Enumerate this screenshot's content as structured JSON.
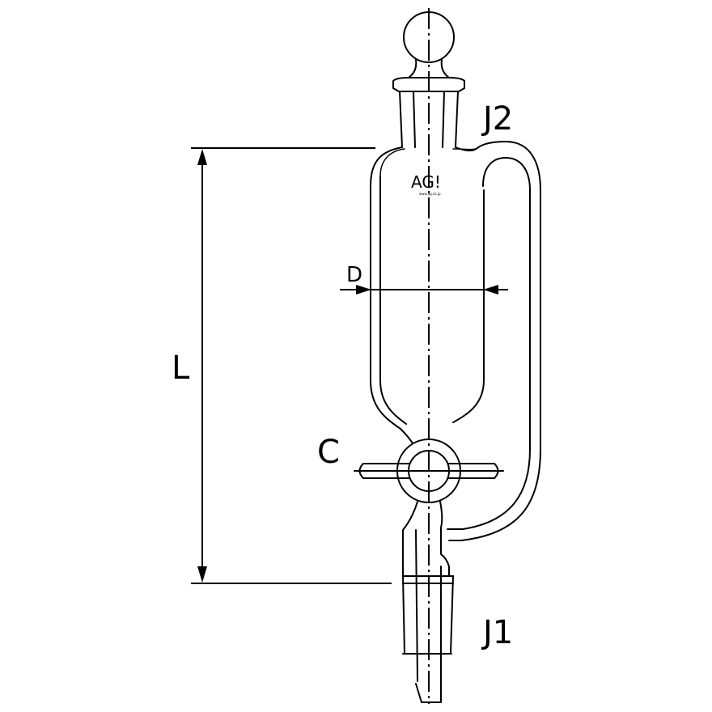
{
  "labels": {
    "j2": "J2",
    "j1": "J1",
    "d": "D",
    "l": "L",
    "c": "C",
    "logo": "AG!",
    "logo_sub": "www.ag.co.jp"
  },
  "colors": {
    "line": "#000000",
    "background": "#ffffff"
  }
}
